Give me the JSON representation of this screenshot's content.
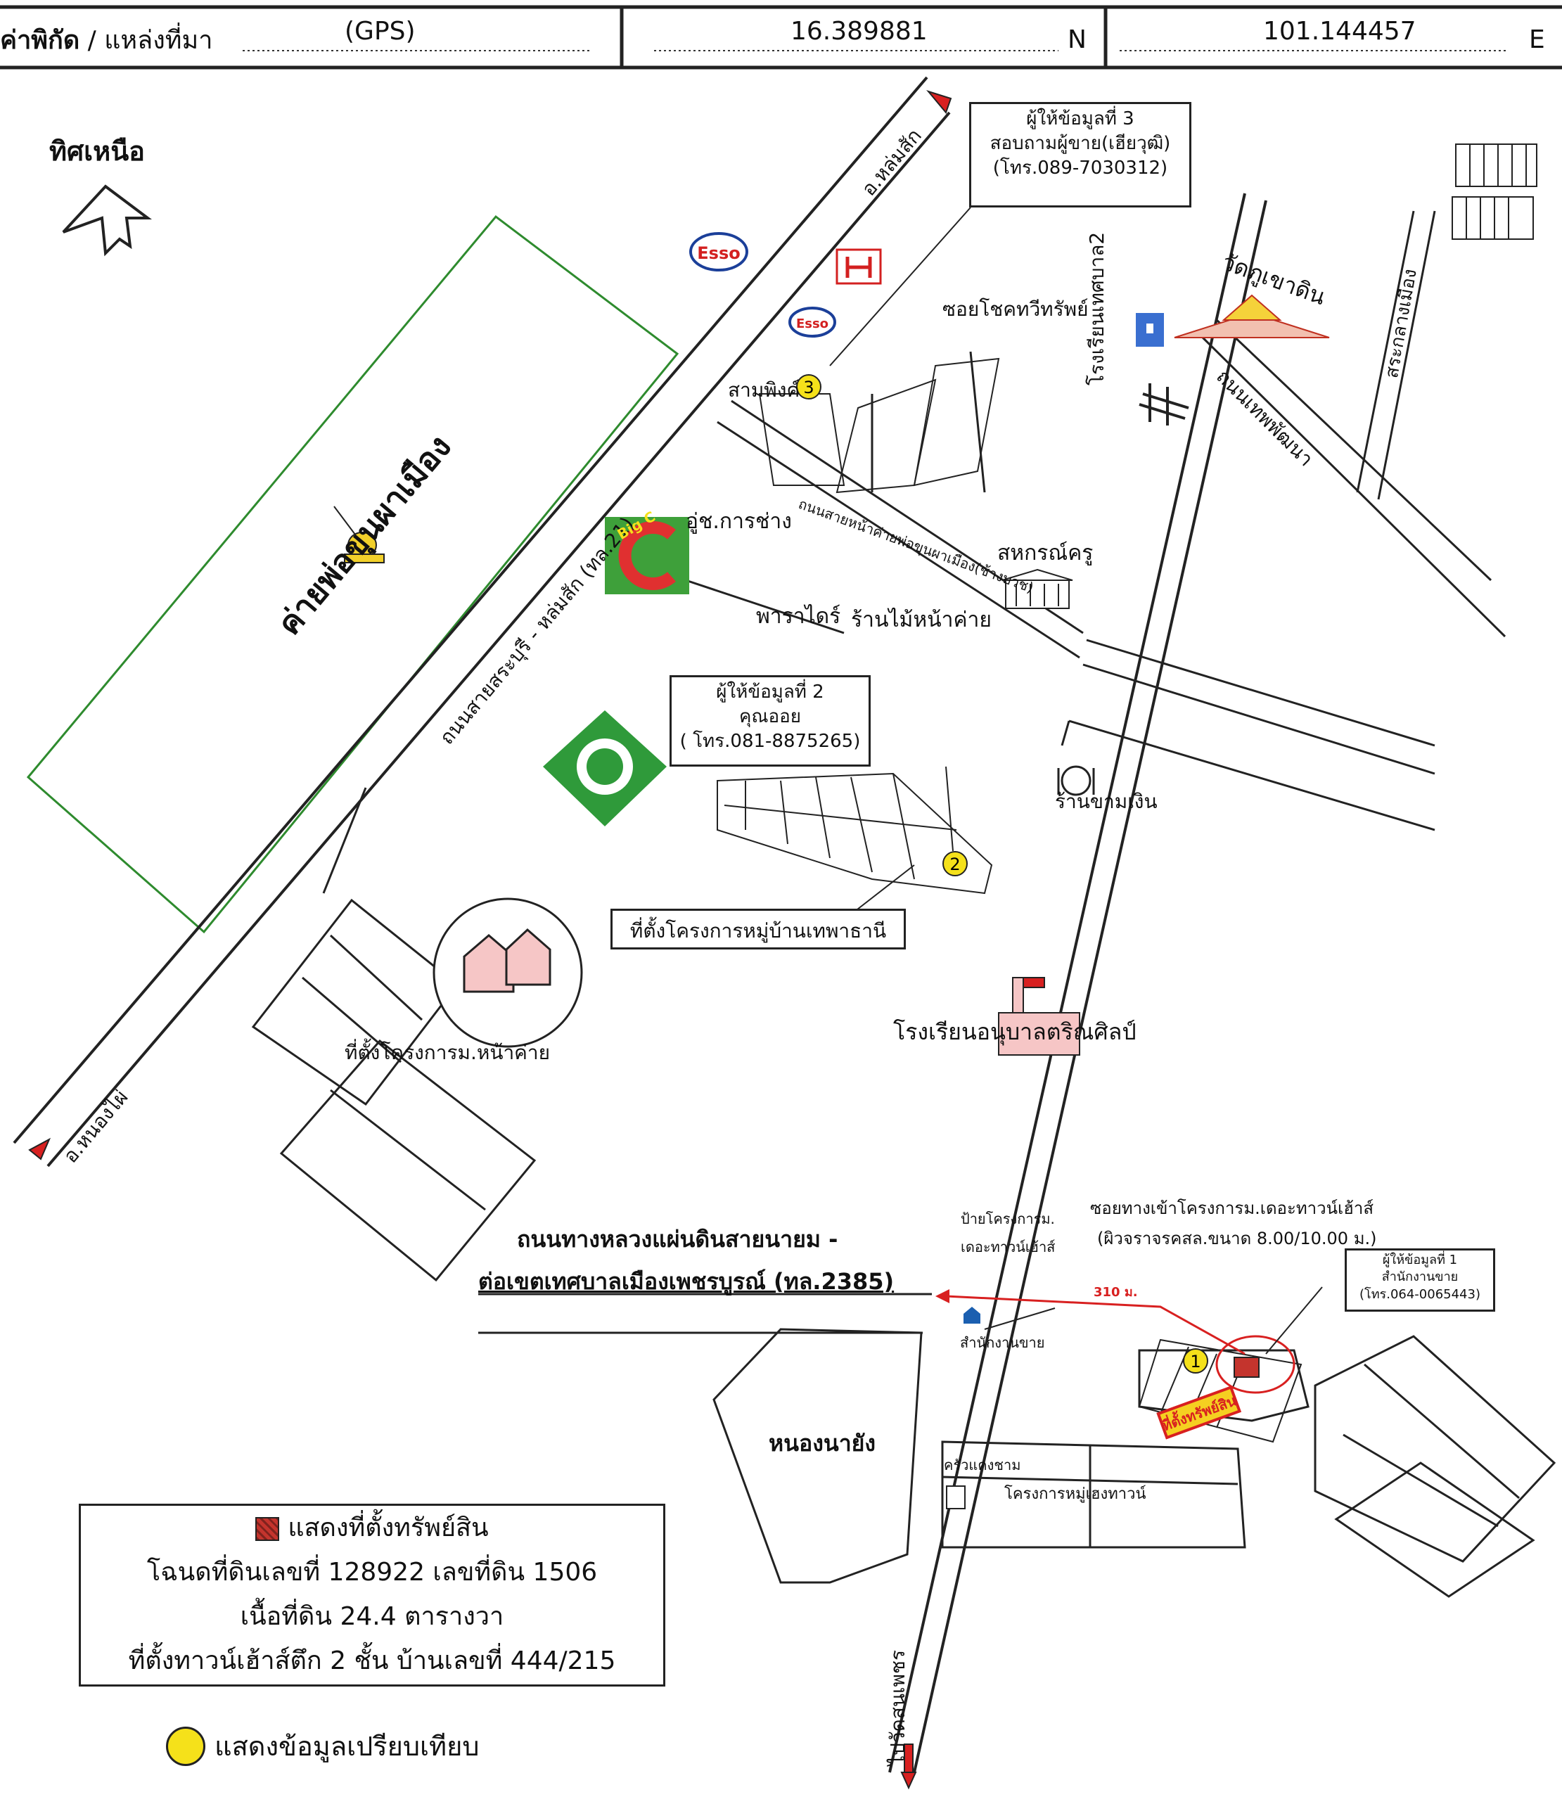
{
  "header": {
    "label_bold": "ค่าพิกัด",
    "label_rest": " / แหล่งที่มา",
    "source": "(GPS)",
    "latitude": "16.389881",
    "lat_suffix": "N",
    "longitude": "101.144457",
    "lon_suffix": "E"
  },
  "map": {
    "north_label": "ทิศเหนือ",
    "camp_label": "ค่ายพ่อขุนผาเมือง",
    "road_21": "ถนนสายสระบุรี - หล่มสัก (ทล.21)",
    "to_lomsak": "อ.หล่มสัก",
    "to_nongphai": "อ.หนองไผ่",
    "road_2385_line1": "ถนนทางหลวงแผ่นดินสายนายม -",
    "road_2385_line2": "ต่อเขตเทศบาลเมืองเพชรบูรณ์ (ทล.2385)",
    "to_watsonphet": "ไปวัดสนเพชร",
    "soi_chok": "ซอยโชคทวีทรัพย์",
    "school_2": "โรงเรียนเทศบาล2",
    "wat_phukhaodin": "วัดภูเขาดิน",
    "road_thepphattana": "ถนนเทพพัฒนา",
    "sa_klang_mueang": "สระกลางเมือง",
    "samphong": "สามพิงค์",
    "ou_chang": "อู่ช.การช่าง",
    "road_front_camp": "ถนนสายหน้าค่ายพ่อขุนผาเมือง(ช้างบวช)",
    "paradise": "พาราไดร์",
    "wood_shop": "ร้านไม้หน้าค่าย",
    "cooperative": "สหกรณ์ครู",
    "restaurant": "ร้านขามเงิน",
    "project_thepa": "ที่ตั้งโครงการหมู่บ้านเทพาธานี",
    "project_nakai": "ที่ตั้งโครงการม.หน้าค่าย",
    "kindergarten": "โรงเรียนอนุบาลตริณศิลป์",
    "sign_line1": "ป้ายโครงการม.",
    "sign_line2": "เดอะทาวน์เฮ้าส์",
    "soi_townhouse_line1": "ซอยทางเข้าโครงการม.เดอะทาวน์เฮ้าส์",
    "soi_townhouse_line2": "(ผิวจราจรคสล.ขนาด 8.00/10.00 ม.)",
    "distance": "310 ม.",
    "sales_office": "สำนักงานขาย",
    "nong_na_yang": "หนองนายัง",
    "krua_khaengcham": "ครัวแคงชาม",
    "project_moohaeng": "โครงการหมู่เฮงทาวน์",
    "property_tag": "ที่ตั้งทรัพย์สิน",
    "esso": "Esso",
    "big_c": "Big C"
  },
  "informants": {
    "i3": {
      "title": "ผู้ให้ข้อมูลที่ 3",
      "name": "สอบถามผู้ขาย(เฮียวุฒิ)",
      "phone": "(โทร.089-7030312)",
      "num": "3"
    },
    "i2": {
      "title": "ผู้ให้ข้อมูลที่ 2",
      "name": "คุณออย",
      "phone": "( โทร.081-8875265)",
      "num": "2"
    },
    "i1": {
      "title": "ผู้ให้ข้อมูลที่ 1",
      "name": "สำนักงานขาย",
      "phone": "(โทร.064-0065443)",
      "num": "1"
    }
  },
  "legend": {
    "property": "แสดงที่ตั้งทรัพย์สิน",
    "deed": "โฉนดที่ดินเลขที่ 128922 เลขที่ดิน  1506",
    "area": "เนื้อที่ดิน 24.4 ตารางวา",
    "building": "ที่ตั้งทาวน์เฮ้าส์ตึก 2 ชั้น    บ้านเลขที่ 444/215",
    "compare": "แสดงข้อมูลเปรียบเทียบ"
  },
  "colors": {
    "camp_border": "#2e8b2e",
    "comparable": "#f5e11a",
    "property": "#c4342d",
    "route": "#d82020",
    "green_logo": "#2f9a3a"
  }
}
